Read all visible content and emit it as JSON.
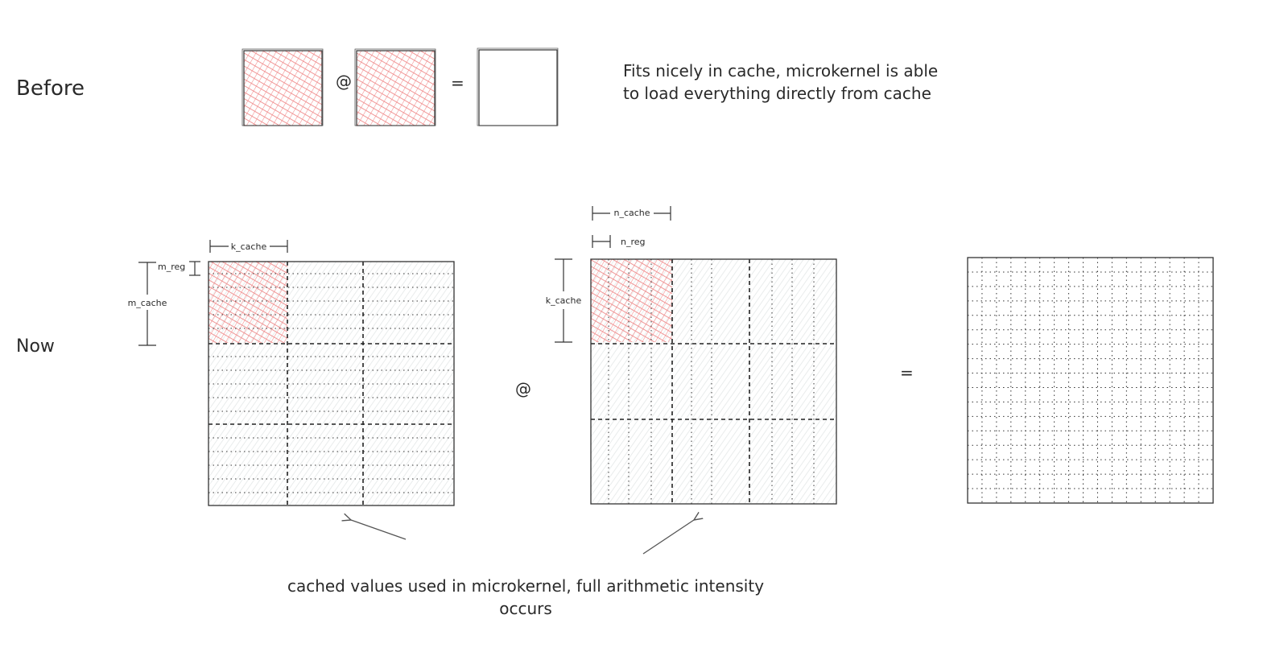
{
  "labels": {
    "before": "Before",
    "now": "Now",
    "matmul_op": "@",
    "equals_op": "=",
    "before_note_line1": "Fits nicely in cache, microkernel is able",
    "before_note_line2": "to load everything directly from cache",
    "bottom_note_line1": "cached values used in microkernel, full arithmetic intensity",
    "bottom_note_line2": "occurs"
  },
  "dims": {
    "k_cache_a": "k_cache",
    "m_reg": "m_reg",
    "m_cache": "m_cache",
    "n_cache": "n_cache",
    "n_reg": "n_reg",
    "k_cache_b": "k_cache"
  },
  "colors": {
    "cached_fill": "#f08a8a",
    "block_fill": "#eef0f0",
    "stroke": "#333333"
  }
}
